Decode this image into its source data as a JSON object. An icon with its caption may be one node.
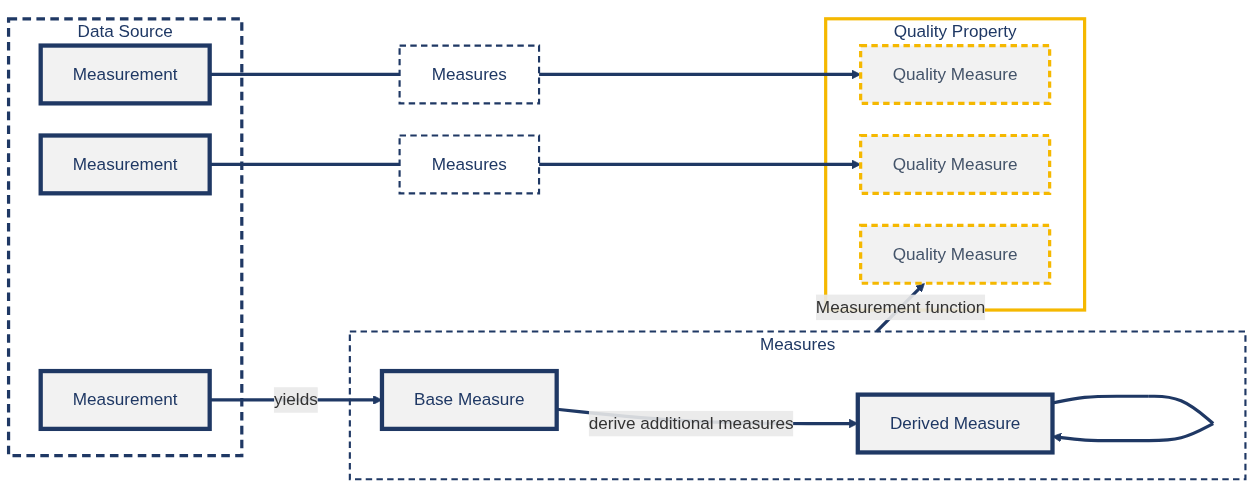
{
  "diagram": {
    "nodes": [
      {
        "text": [
          "Data Source"
        ]
      },
      {
        "text": [
          "Measurement"
        ],
        "in": 0
      },
      {
        "text": [
          "Measurement"
        ],
        "in": 0
      },
      {
        "text": [
          "Measurement"
        ],
        "in": 0
      },
      {
        "text": [
          "Measures"
        ]
      },
      {
        "text": [
          "Measures"
        ]
      },
      {
        "text": [
          "Measures"
        ]
      },
      {
        "text": [
          "Base Measure"
        ],
        "in": 6
      },
      {
        "text": [
          "Derived Measure"
        ],
        "in": 6
      },
      {
        "text": [
          "Quality Property"
        ]
      },
      {
        "text": [
          "Quality Measure"
        ],
        "in": 9
      },
      {
        "text": [
          "Quality Measure"
        ],
        "in": 9
      },
      {
        "text": [
          "Quality Measure"
        ],
        "in": 9
      }
    ],
    "edges": [
      {
        "from": 1,
        "to": 4,
        "arrow": "none"
      },
      {
        "from": 2,
        "to": 5,
        "arrow": "none"
      },
      {
        "from": 3,
        "to": 7,
        "arrow": "to",
        "label": "yields"
      },
      {
        "from": 7,
        "to": 8,
        "arrow": "to",
        "label": "derive additional measures"
      },
      {
        "from": 8,
        "to": 8,
        "arrow": "to"
      },
      {
        "from": 4,
        "to": 10,
        "arrow": "to"
      },
      {
        "from": 5,
        "to": 11,
        "arrow": "to"
      },
      {
        "from": 6,
        "to": 12,
        "arrow": "to",
        "label": "Measurement function"
      }
    ]
  }
}
